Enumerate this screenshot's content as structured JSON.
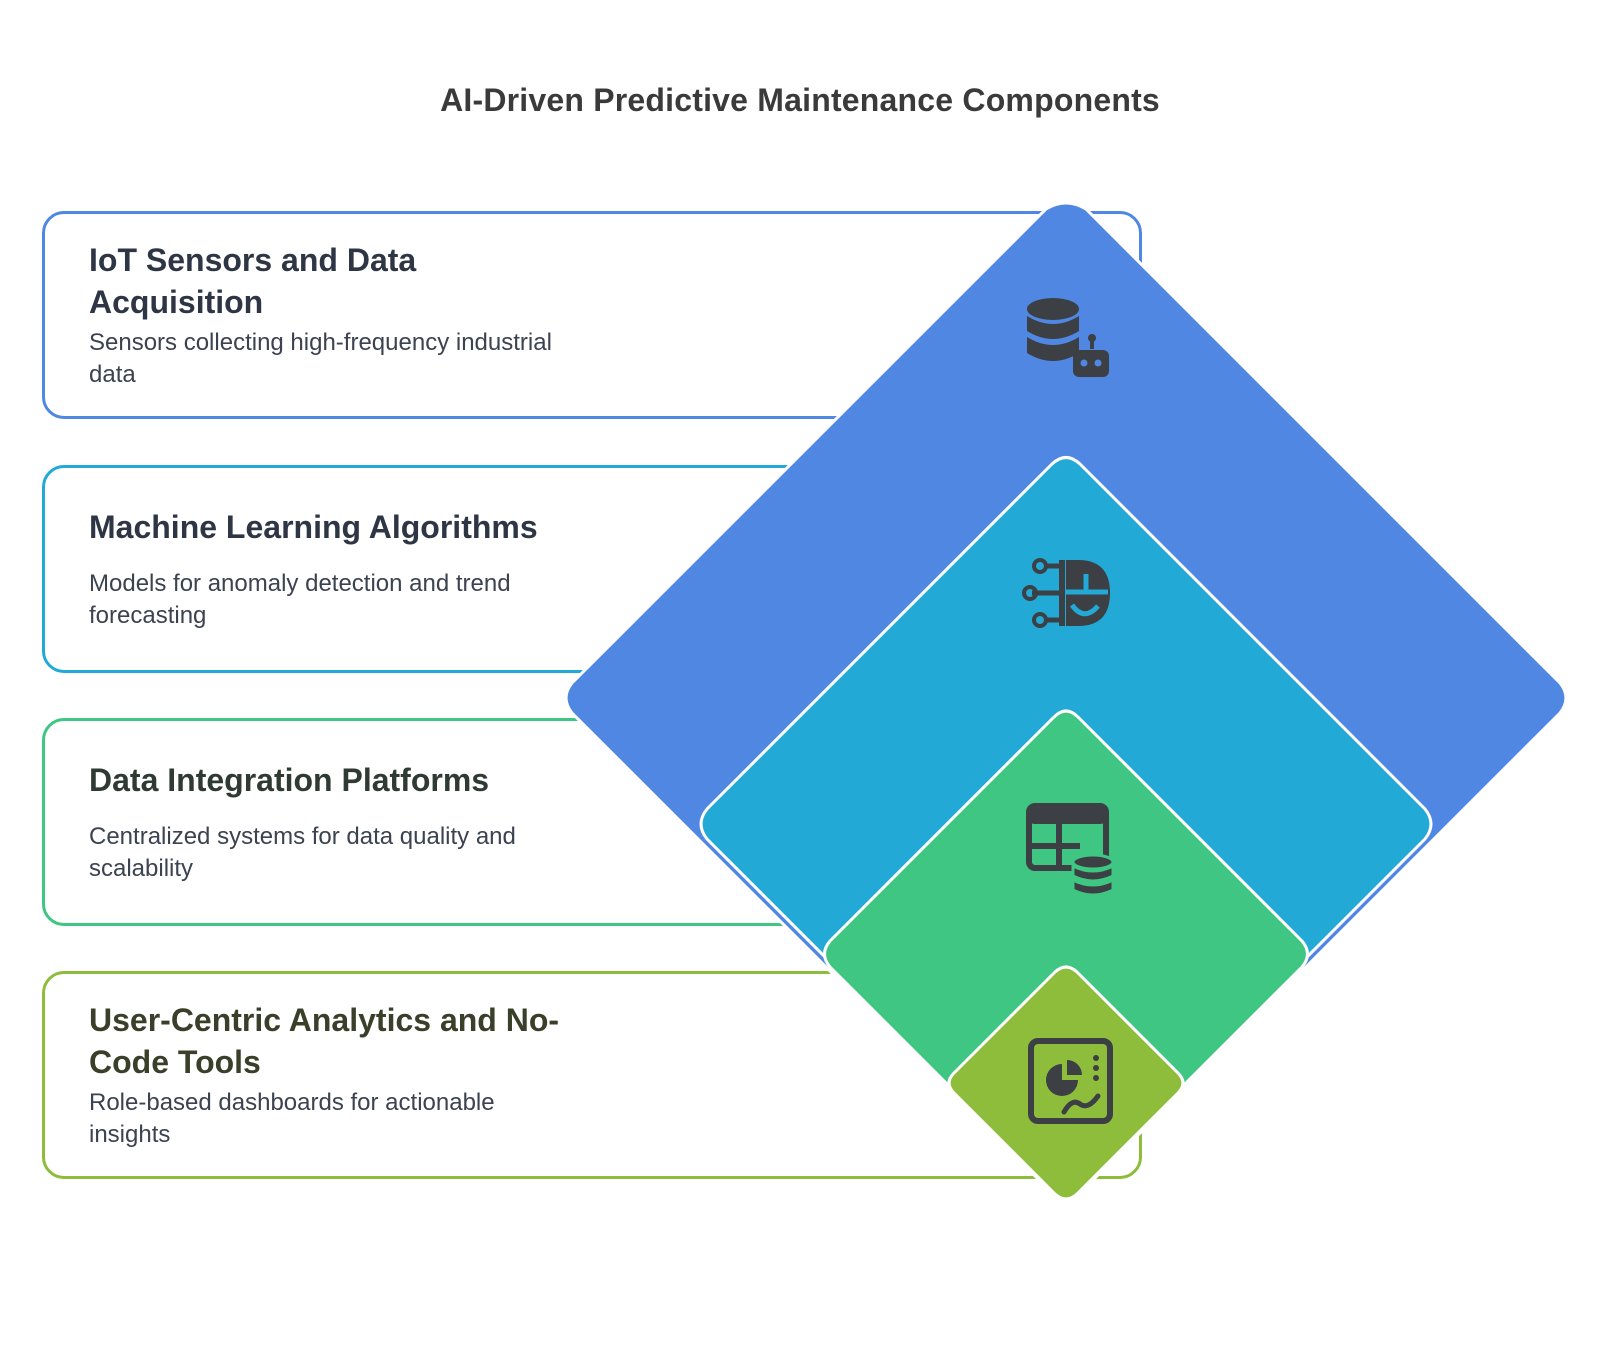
{
  "title": "AI-Driven Predictive Maintenance Components",
  "colors": {
    "blue": "#4f87e3",
    "cyan": "#22a9d6",
    "green": "#3ec682",
    "lime": "#8ebd3c",
    "icon": "#3c3f44",
    "text": "#2e3645"
  },
  "layers": [
    {
      "title": "IoT Sensors and Data Acquisition",
      "description": "Sensors collecting high-frequency industrial data",
      "icon": "database-robot-icon",
      "color": "#4f87e3"
    },
    {
      "title": "Machine Learning Algorithms",
      "description": "Models for anomaly detection and trend forecasting",
      "icon": "circuit-brain-icon",
      "color": "#22a9d6"
    },
    {
      "title": "Data Integration Platforms",
      "description": "Centralized systems for data quality and scalability",
      "icon": "table-database-icon",
      "color": "#3ec682"
    },
    {
      "title": "User-Centric Analytics and No-Code Tools",
      "description": "Role-based dashboards for actionable insights",
      "icon": "dashboard-chart-icon",
      "color": "#8ebd3c"
    }
  ]
}
